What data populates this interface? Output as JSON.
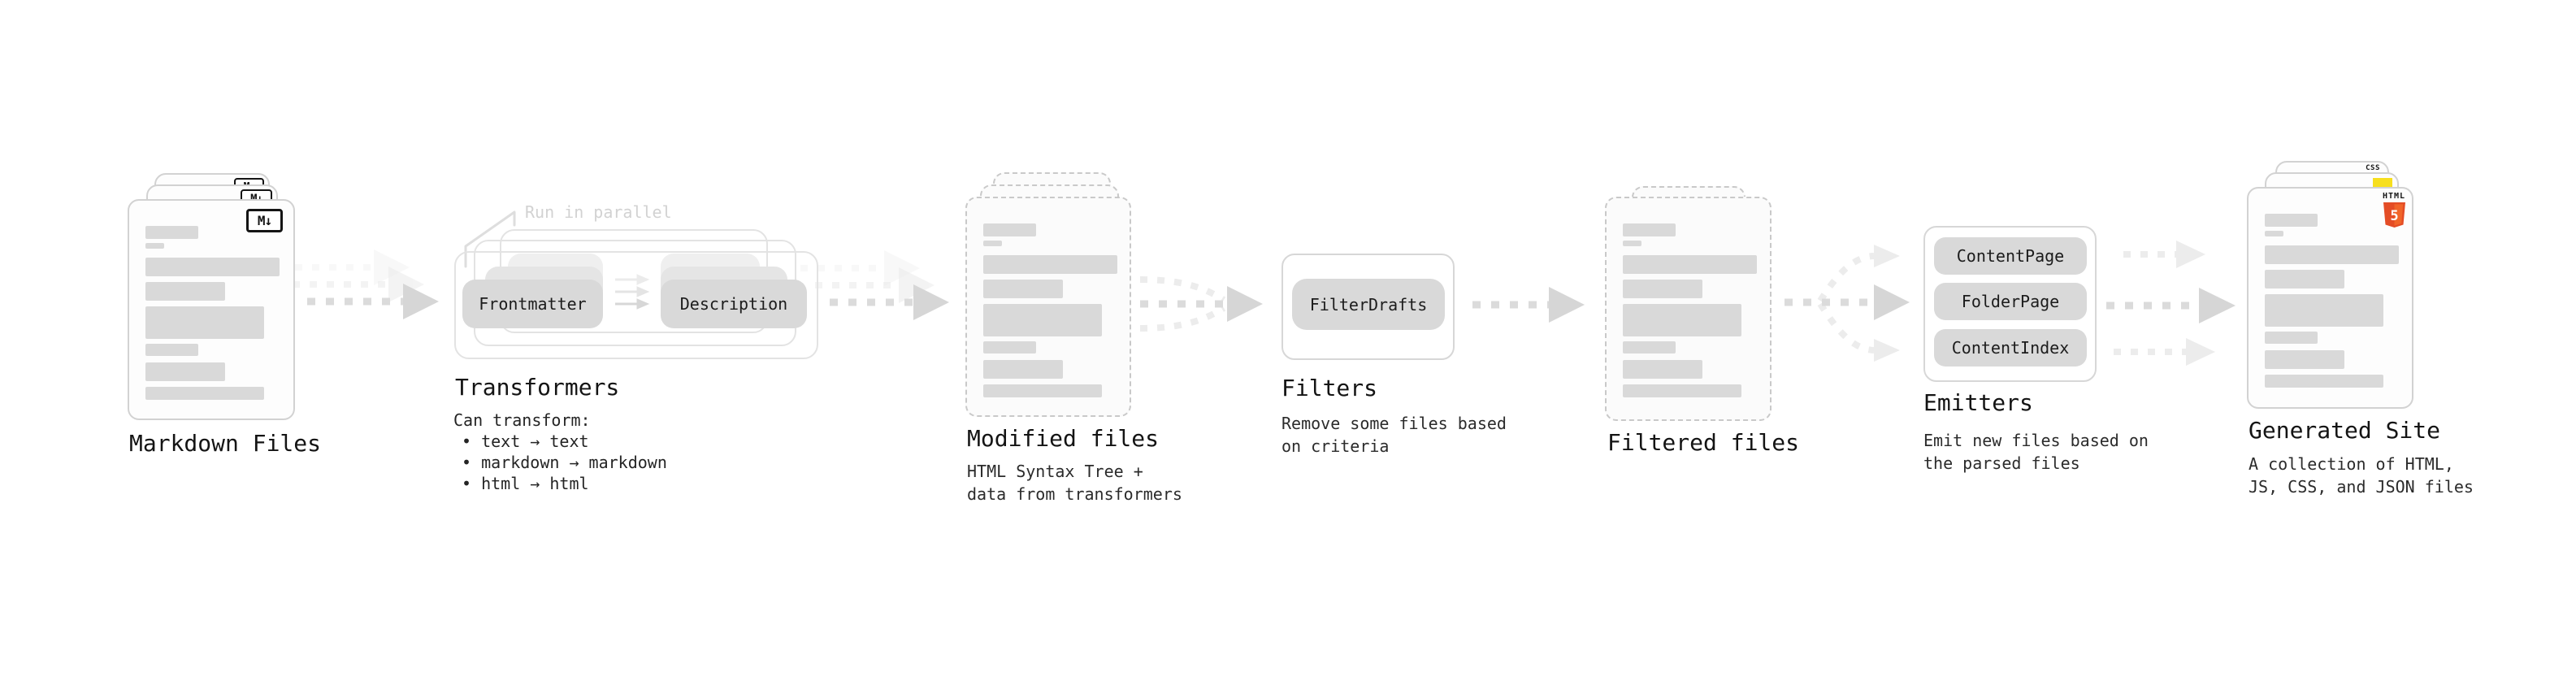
{
  "diagram": {
    "sections": {
      "markdown_files": {
        "label": "Markdown Files",
        "badge": "M↓"
      },
      "transformers": {
        "label": "Transformers",
        "callout": "Run in parallel",
        "pills": {
          "frontmatter": "Frontmatter",
          "description": "Description"
        },
        "note_title": "Can transform:",
        "bullets": [
          "• text → text",
          "• markdown → markdown",
          "• html → html"
        ]
      },
      "modified_files": {
        "label": "Modified files",
        "subtext": "HTML Syntax Tree +\ndata from transformers"
      },
      "filters": {
        "label": "Filters",
        "pill": "FilterDrafts",
        "subtext": "Remove some files based\non criteria"
      },
      "filtered_files": {
        "label": "Filtered files"
      },
      "emitters": {
        "label": "Emitters",
        "pills": [
          "ContentPage",
          "FolderPage",
          "ContentIndex"
        ],
        "subtext": "Emit new files based on\nthe parsed files"
      },
      "generated_site": {
        "label": "Generated Site",
        "subtext": "A collection of HTML,\nJS, CSS, and JSON files",
        "badges": {
          "css": "CSS",
          "html_title": "HTML",
          "html_five": "5"
        }
      }
    },
    "colors": {
      "js_yellow": "#f7df1e",
      "css_blue": "#2965f1",
      "html_orange": "#e44d26",
      "html_orange_light": "#f16529",
      "pill_gray": "#d9d9d9",
      "arrow_gray": "#d6d6d6",
      "muted_callout_gray": "#d2d2d2",
      "text_dark": "#141414"
    }
  }
}
